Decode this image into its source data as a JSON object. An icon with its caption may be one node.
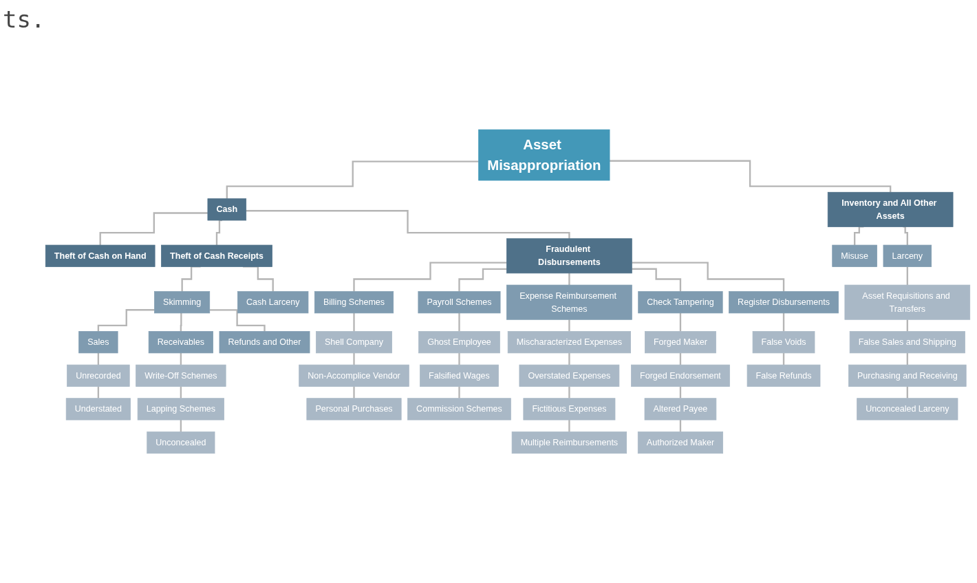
{
  "diagram": {
    "nodes": [
      {
        "text": [
          "Asset Misappropriation"
        ]
      },
      {
        "text": [
          "Cash"
        ]
      },
      {
        "text": [
          "Inventory and All Other Assets"
        ]
      },
      {
        "text": [
          "Theft of Cash on Hand"
        ]
      },
      {
        "text": [
          "Theft of Cash Receipts"
        ]
      },
      {
        "text": [
          "Fraudulent Disbursements"
        ]
      },
      {
        "text": [
          "Misuse"
        ]
      },
      {
        "text": [
          "Larceny"
        ]
      },
      {
        "text": [
          "Skimming"
        ]
      },
      {
        "text": [
          "Cash Larceny"
        ]
      },
      {
        "text": [
          "Sales"
        ]
      },
      {
        "text": [
          "Receivables"
        ]
      },
      {
        "text": [
          "Refunds and Other"
        ]
      },
      {
        "text": [
          "Unrecorded"
        ]
      },
      {
        "text": [
          "Understated"
        ]
      },
      {
        "text": [
          "Write-Off Schemes"
        ]
      },
      {
        "text": [
          "Lapping Schemes"
        ]
      },
      {
        "text": [
          "Unconcealed"
        ]
      },
      {
        "text": [
          "Billing Schemes"
        ]
      },
      {
        "text": [
          "Payroll Schemes"
        ]
      },
      {
        "text": [
          "Expense Reimbursement Schemes"
        ]
      },
      {
        "text": [
          "Check Tampering"
        ]
      },
      {
        "text": [
          "Register Disbursements"
        ]
      },
      {
        "text": [
          "Shell Company"
        ]
      },
      {
        "text": [
          "Non-Accomplice Vendor"
        ]
      },
      {
        "text": [
          "Personal Purchases"
        ]
      },
      {
        "text": [
          "Ghost Employee"
        ]
      },
      {
        "text": [
          "Falsified Wages"
        ]
      },
      {
        "text": [
          "Commission Schemes"
        ]
      },
      {
        "text": [
          "Mischaracterized Expenses"
        ]
      },
      {
        "text": [
          "Overstated Expenses"
        ]
      },
      {
        "text": [
          "Fictitious Expenses"
        ]
      },
      {
        "text": [
          "Multiple Reimbursements"
        ]
      },
      {
        "text": [
          "Forged Maker"
        ]
      },
      {
        "text": [
          "Forged Endorsement"
        ]
      },
      {
        "text": [
          "Altered Payee"
        ]
      },
      {
        "text": [
          "Authorized Maker"
        ]
      },
      {
        "text": [
          "False Voids"
        ]
      },
      {
        "text": [
          "False Refunds"
        ]
      },
      {
        "text": [
          "Asset Requisitions and Transfers"
        ]
      },
      {
        "text": [
          "False Sales and Shipping"
        ]
      },
      {
        "text": [
          "Purchasing and Receiving"
        ]
      },
      {
        "text": [
          "Unconcealed Larceny"
        ]
      }
    ],
    "edges": [
      {
        "from": 0,
        "to": 1,
        "arrow": "none"
      },
      {
        "from": 0,
        "to": 2,
        "arrow": "none"
      },
      {
        "from": 1,
        "to": 3,
        "arrow": "none"
      },
      {
        "from": 1,
        "to": 4,
        "arrow": "none"
      },
      {
        "from": 1,
        "to": 5,
        "arrow": "none"
      },
      {
        "from": 2,
        "to": 6,
        "arrow": "none"
      },
      {
        "from": 2,
        "to": 7,
        "arrow": "none"
      },
      {
        "from": 4,
        "to": 8,
        "arrow": "none"
      },
      {
        "from": 4,
        "to": 9,
        "arrow": "none"
      },
      {
        "from": 8,
        "to": 10,
        "arrow": "none"
      },
      {
        "from": 8,
        "to": 11,
        "arrow": "none"
      },
      {
        "from": 8,
        "to": 12,
        "arrow": "none"
      },
      {
        "from": 10,
        "to": 13,
        "arrow": "none"
      },
      {
        "from": 13,
        "to": 14,
        "arrow": "none"
      },
      {
        "from": 11,
        "to": 15,
        "arrow": "none"
      },
      {
        "from": 15,
        "to": 16,
        "arrow": "none"
      },
      {
        "from": 16,
        "to": 17,
        "arrow": "none"
      },
      {
        "from": 5,
        "to": 18,
        "arrow": "none"
      },
      {
        "from": 5,
        "to": 19,
        "arrow": "none"
      },
      {
        "from": 5,
        "to": 20,
        "arrow": "none"
      },
      {
        "from": 5,
        "to": 21,
        "arrow": "none"
      },
      {
        "from": 5,
        "to": 22,
        "arrow": "none"
      },
      {
        "from": 18,
        "to": 23,
        "arrow": "none"
      },
      {
        "from": 23,
        "to": 24,
        "arrow": "none"
      },
      {
        "from": 24,
        "to": 25,
        "arrow": "none"
      },
      {
        "from": 19,
        "to": 26,
        "arrow": "none"
      },
      {
        "from": 26,
        "to": 27,
        "arrow": "none"
      },
      {
        "from": 27,
        "to": 28,
        "arrow": "none"
      },
      {
        "from": 20,
        "to": 29,
        "arrow": "none"
      },
      {
        "from": 29,
        "to": 30,
        "arrow": "none"
      },
      {
        "from": 30,
        "to": 31,
        "arrow": "none"
      },
      {
        "from": 31,
        "to": 32,
        "arrow": "none"
      },
      {
        "from": 21,
        "to": 33,
        "arrow": "none"
      },
      {
        "from": 33,
        "to": 34,
        "arrow": "none"
      },
      {
        "from": 34,
        "to": 35,
        "arrow": "none"
      },
      {
        "from": 35,
        "to": 36,
        "arrow": "none"
      },
      {
        "from": 22,
        "to": 37,
        "arrow": "none"
      },
      {
        "from": 37,
        "to": 38,
        "arrow": "none"
      },
      {
        "from": 7,
        "to": 39,
        "arrow": "none"
      },
      {
        "from": 39,
        "to": 40,
        "arrow": "none"
      },
      {
        "from": 40,
        "to": 41,
        "arrow": "none"
      },
      {
        "from": 41,
        "to": 42,
        "arrow": "none"
      }
    ],
    "labels": [
      "ts."
    ]
  }
}
